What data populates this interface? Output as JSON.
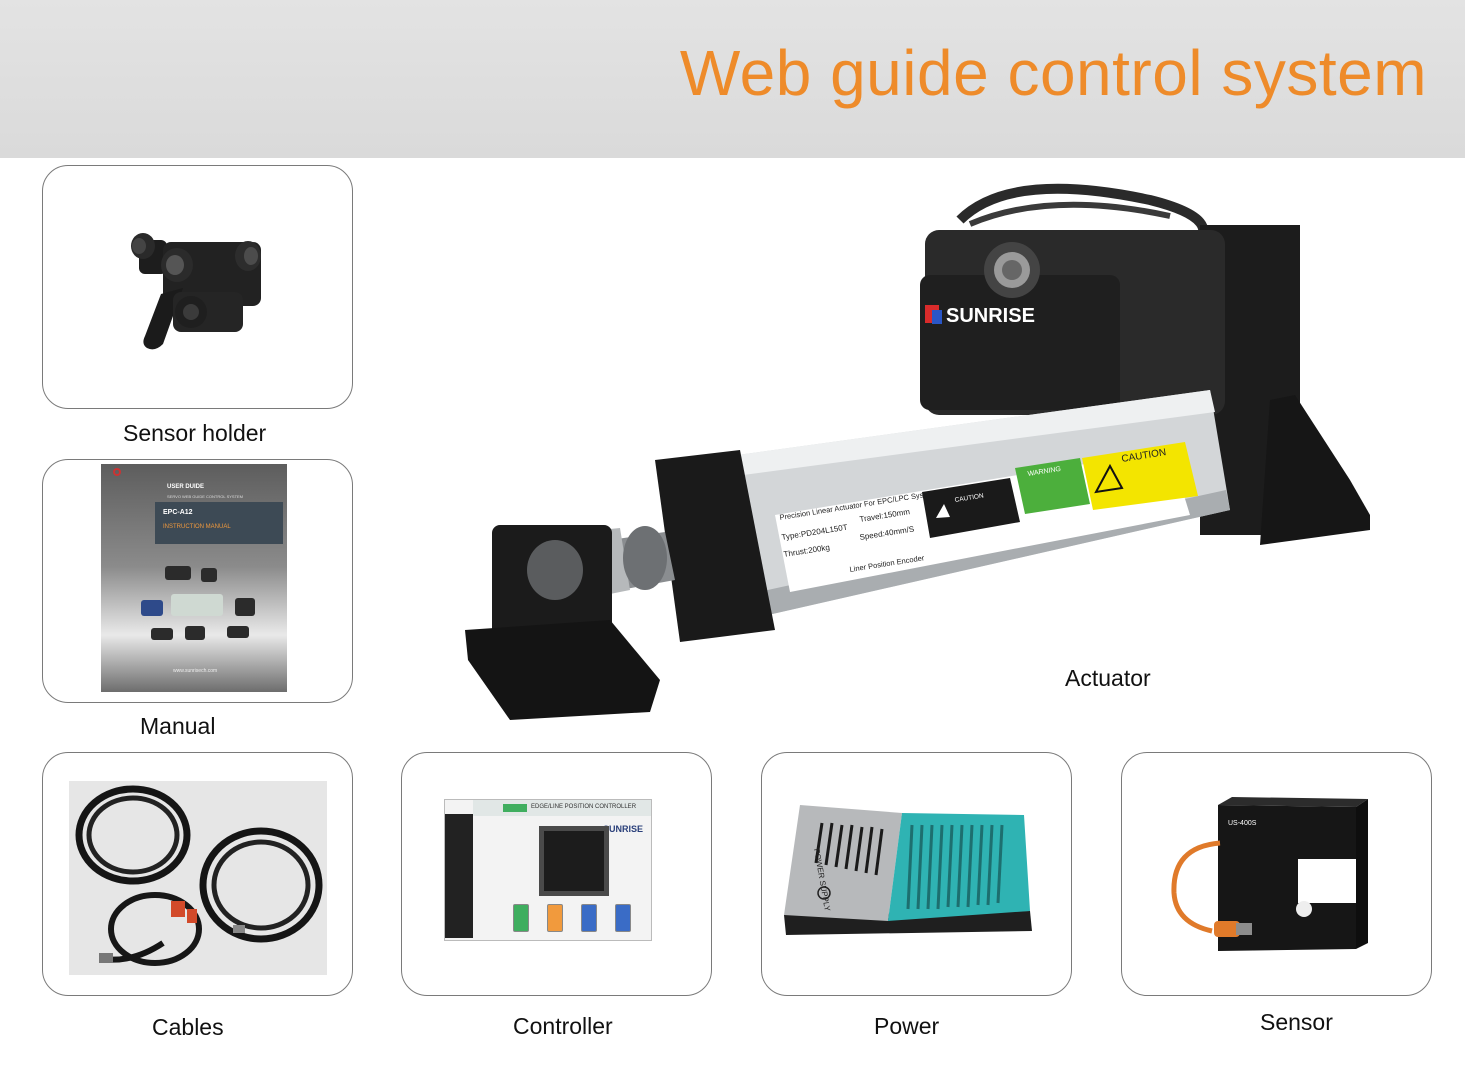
{
  "page": {
    "title": "Web guide control system"
  },
  "items": {
    "sensor_holder": {
      "label": "Sensor holder"
    },
    "manual": {
      "label": "Manual",
      "cover": {
        "heading": "USER DUIDE",
        "subheading": "SERVO WEB GUIDE CONTROL SYSTEM",
        "model": "EPC-A12",
        "doc_type": "INSTRUCTION MANUAL",
        "url": "www.sunrisech.com"
      }
    },
    "actuator": {
      "label": "Actuator",
      "brand": "SUNRISE",
      "plate": {
        "line1": "Precision Linear Actuator For EPC/LPC System",
        "type": "Type:PD204L150T",
        "travel": "Travel:150mm",
        "thrust": "Thrust:200kg",
        "speed": "Speed:40mm/S",
        "encoder": "Liner Position Encoder",
        "caution_small": "CAUTION",
        "warning": "WARNING",
        "caution": "CAUTION"
      }
    },
    "cables": {
      "label": "Cables"
    },
    "controller": {
      "label": "Controller",
      "top_text": "EDGE/LINE POSITION CONTROLLER",
      "brand": "SUNRISE"
    },
    "power": {
      "label": "Power",
      "text": "POWER SUPPLY"
    },
    "sensor": {
      "label": "Sensor",
      "model": "US-400S"
    }
  },
  "colors": {
    "title": "#ee8b2a",
    "header_bg": "#dedede",
    "card_border": "#7a7a7a",
    "warning_green": "#4caf3c",
    "caution_yellow": "#f3e500",
    "power_cover": "#2fb3b3",
    "sensor_cable": "#e07a2a"
  }
}
